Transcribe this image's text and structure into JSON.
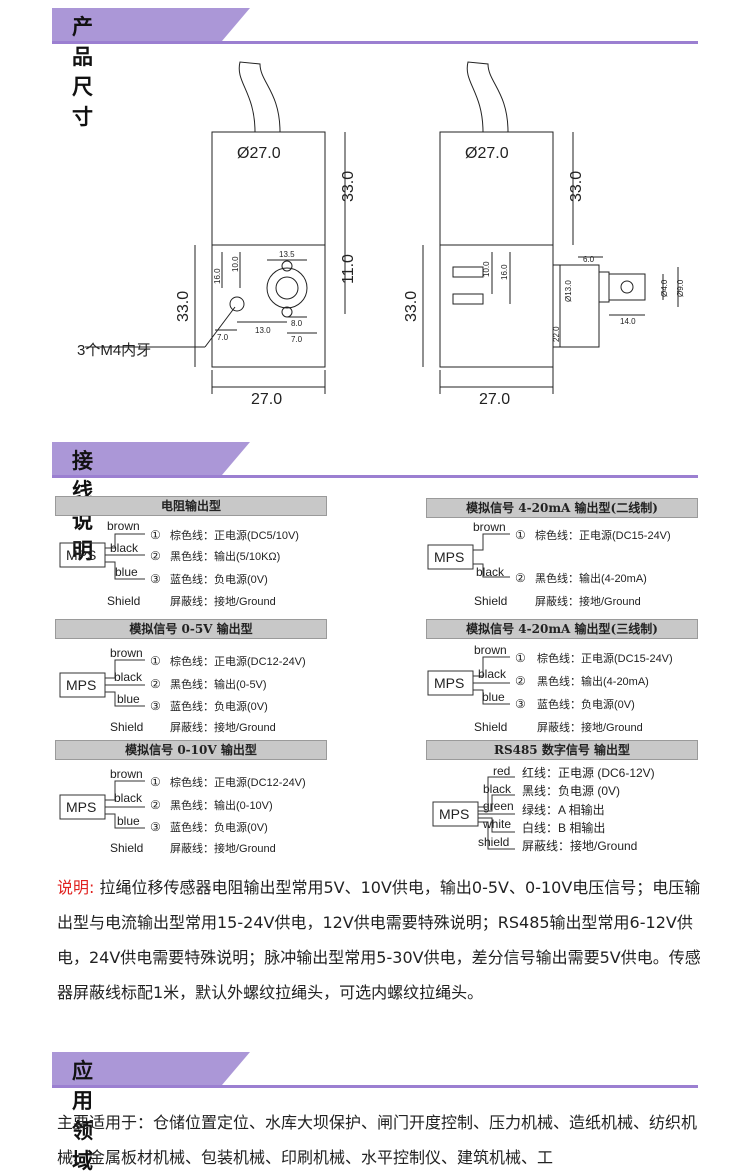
{
  "sections": {
    "size_title": "产品尺寸",
    "wiring_title": "接线说明",
    "app_title": "应用领域"
  },
  "drawing": {
    "left": {
      "dia": "Ø27.0",
      "h_top": "33.0",
      "h_mid": "11.0",
      "h_total": "33.0",
      "w_bottom": "27.0",
      "d16": "16.0",
      "d10": "10.0",
      "d13_5": "13.5",
      "d7a": "7.0",
      "d13": "13.0",
      "d8": "8.0",
      "d7b": "7.0",
      "m4_note": "3个M4内牙"
    },
    "right": {
      "dia": "Ø27.0",
      "h_top": "33.0",
      "h_total": "33.0",
      "w_bottom": "27.0",
      "d6": "6.0",
      "d10": "10.0",
      "d16": "16.0",
      "d13": "Ø13.0",
      "d22": "22.0",
      "d14": "14.0",
      "d4": "Ø4.0",
      "d9": "Ø9.0"
    }
  },
  "wiring": {
    "mps": "MPS",
    "panels": [
      {
        "title": "电阻输出型",
        "wires": [
          {
            "name": "brown",
            "num": "①",
            "desc": "棕色线：正电源(DC5/10V)"
          },
          {
            "name": "black",
            "num": "②",
            "desc": "黑色线：输出(5/10KΩ)"
          },
          {
            "name": "blue",
            "num": "③",
            "desc": "蓝色线：负电源(0V)"
          }
        ],
        "shield": "Shield",
        "shield_desc": "屏蔽线：接地/Ground"
      },
      {
        "title": "模拟信号 0-5V 输出型",
        "wires": [
          {
            "name": "brown",
            "num": "①",
            "desc": "棕色线：正电源(DC12-24V)"
          },
          {
            "name": "black",
            "num": "②",
            "desc": "黑色线：输出(0-5V)"
          },
          {
            "name": "blue",
            "num": "③",
            "desc": "蓝色线：负电源(0V)"
          }
        ],
        "shield": "Shield",
        "shield_desc": "屏蔽线：接地/Ground"
      },
      {
        "title": "模拟信号 0-10V 输出型",
        "wires": [
          {
            "name": "brown",
            "num": "①",
            "desc": "棕色线：正电源(DC12-24V)"
          },
          {
            "name": "black",
            "num": "②",
            "desc": "黑色线：输出(0-10V)"
          },
          {
            "name": "blue",
            "num": "③",
            "desc": "蓝色线：负电源(0V)"
          }
        ],
        "shield": "Shield",
        "shield_desc": "屏蔽线：接地/Ground"
      },
      {
        "title": "模拟信号 4-20mA 输出型(二线制)",
        "wires": [
          {
            "name": "brown",
            "num": "①",
            "desc": "棕色线：正电源(DC15-24V)"
          },
          {
            "name": "black",
            "num": "②",
            "desc": "黑色线：输出(4-20mA)"
          }
        ],
        "shield": "Shield",
        "shield_desc": "屏蔽线：接地/Ground"
      },
      {
        "title": "模拟信号 4-20mA 输出型(三线制)",
        "wires": [
          {
            "name": "brown",
            "num": "①",
            "desc": "棕色线：正电源(DC15-24V)"
          },
          {
            "name": "black",
            "num": "②",
            "desc": "黑色线：输出(4-20mA)"
          },
          {
            "name": "blue",
            "num": "③",
            "desc": "蓝色线：负电源(0V)"
          }
        ],
        "shield": "Shield",
        "shield_desc": "屏蔽线：接地/Ground"
      },
      {
        "title": "RS485 数字信号 输出型",
        "wires": [
          {
            "name": "red",
            "desc": "红线：正电源 (DC6-12V)"
          },
          {
            "name": "black",
            "desc": "黑线：负电源 (0V)"
          },
          {
            "name": "green",
            "desc": "绿线：A 相输出"
          },
          {
            "name": "white",
            "desc": "白线：B 相输出"
          },
          {
            "name": "shield",
            "desc": "屏蔽线：接地/Ground"
          }
        ]
      }
    ]
  },
  "note": {
    "label": "说明:",
    "text": " 拉绳位移传感器电阻输出型常用5V、10V供电，输出0-5V、0-10V电压信号；电压输出型与电流输出型常用15-24V供电，12V供电需要特殊说明；RS485输出型常用6-12V供电，24V供电需要特殊说明；脉冲输出型常用5-30V供电，差分信号输出需要5V供电。传感器屏蔽线标配1米，默认外螺纹拉绳头，可选内螺纹拉绳头。"
  },
  "application": {
    "text": "主要适用于：仓储位置定位、水库大坝保护、闸门开度控制、压力机械、造纸机械、纺织机械、金属板材机械、包装机械、印刷机械、水平控制仪、建筑机械、工"
  },
  "colors": {
    "accent": "#ab97d7",
    "accent_line": "#9b7fd1",
    "note_red": "#e0201e"
  }
}
